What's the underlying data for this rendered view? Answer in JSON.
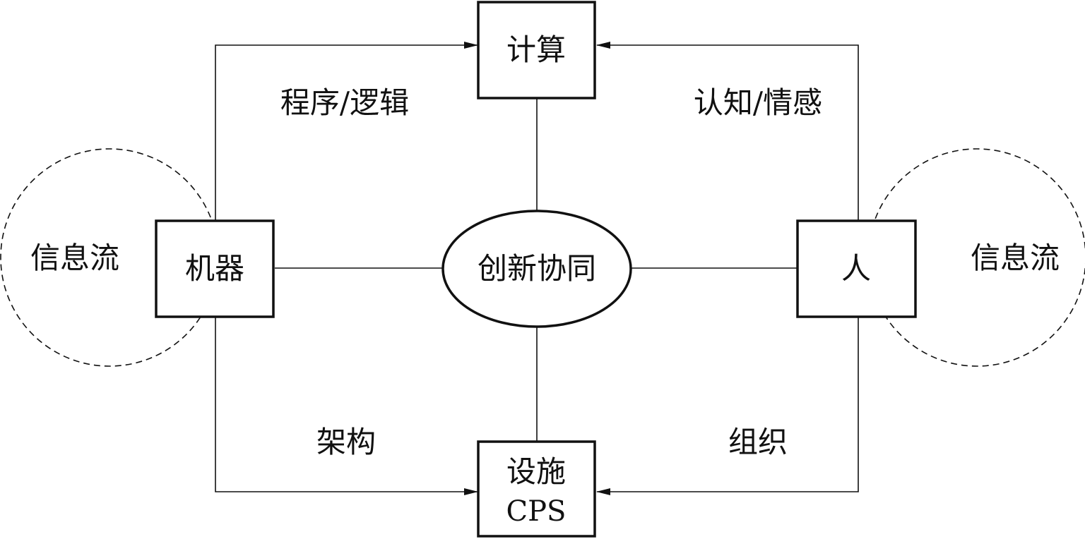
{
  "nodes": {
    "computing": "计算",
    "machine": "机器",
    "human": "人",
    "innovation": "创新协同",
    "facility_line1": "设施",
    "facility_line2": "CPS"
  },
  "edges": {
    "program_logic": "程序/逻辑",
    "cognition_emotion": "认知/情感",
    "architecture": "架构",
    "organization": "组织"
  },
  "loops": {
    "left": "信息流",
    "right": "信息流"
  }
}
